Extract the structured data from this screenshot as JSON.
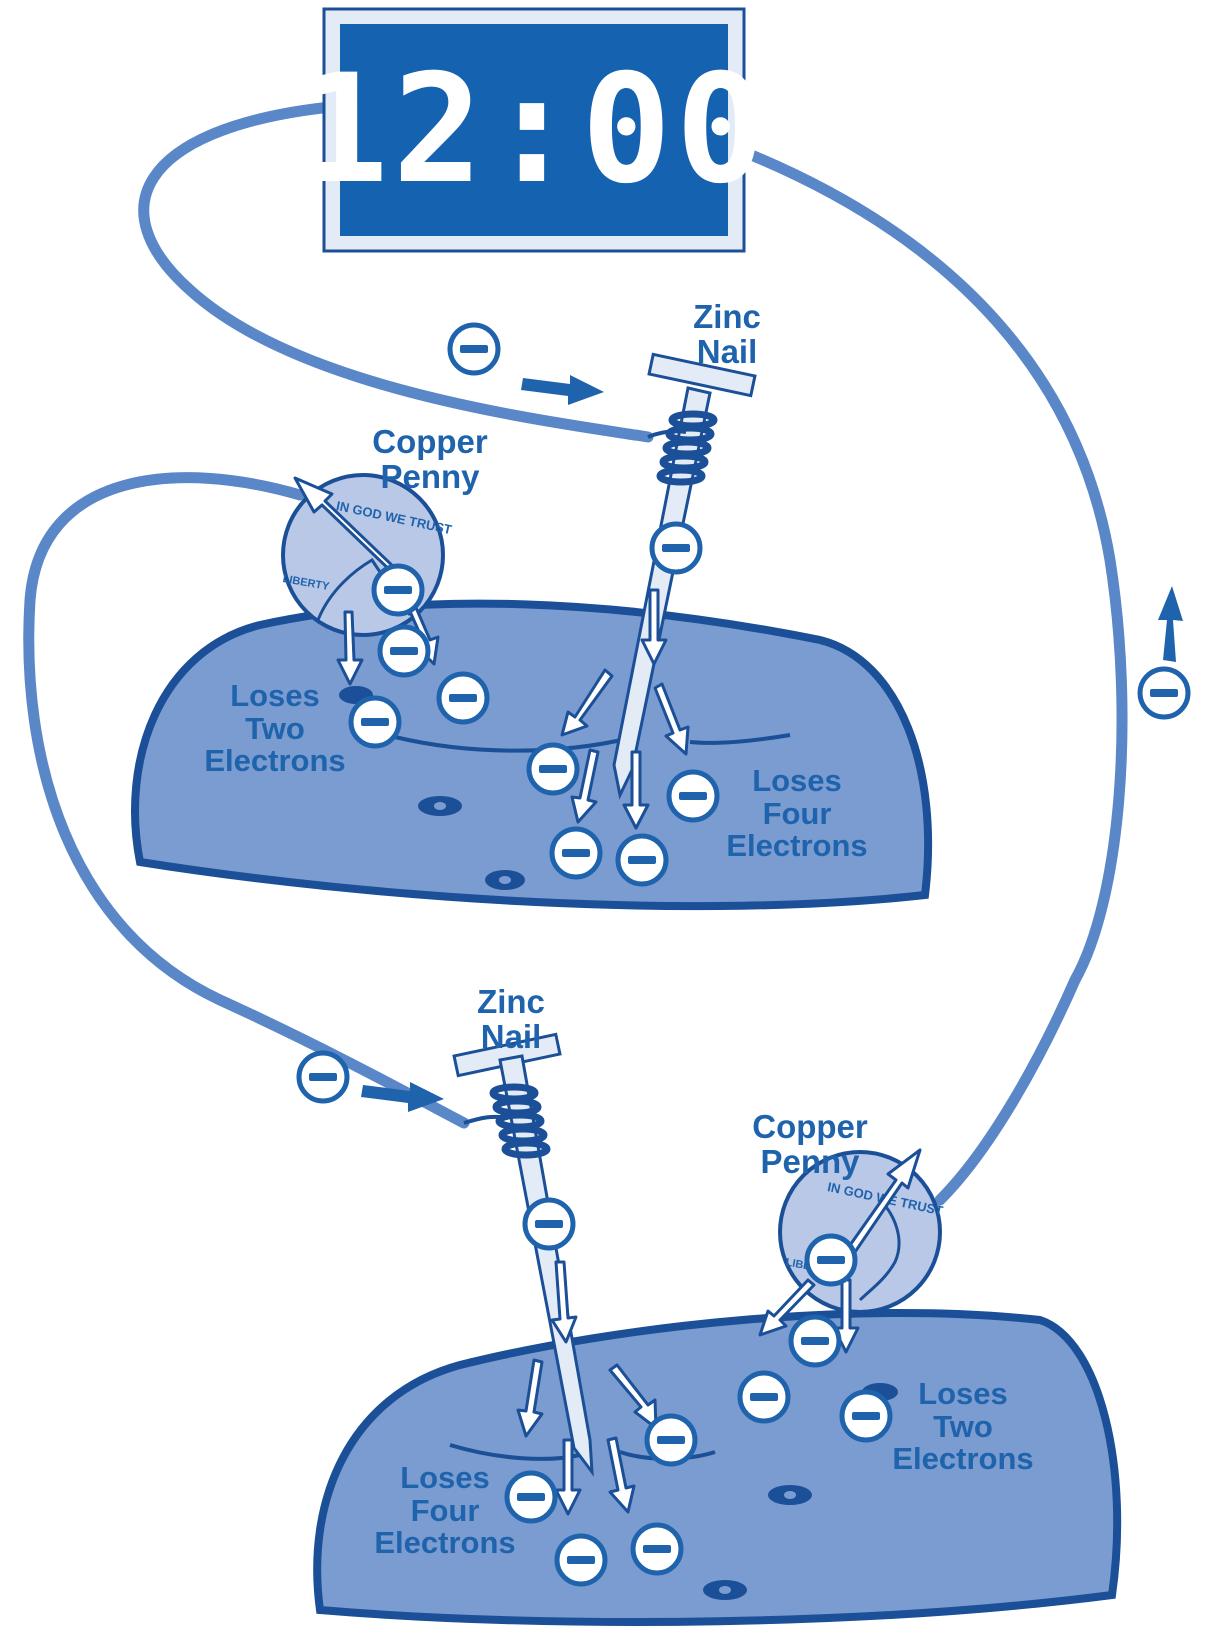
{
  "display": {
    "time": "12:00"
  },
  "cell_top": {
    "nail_label": [
      "Zinc",
      "Nail"
    ],
    "penny_label": [
      "Copper",
      "Penny"
    ],
    "penny_loss_label": [
      "Loses",
      "Two",
      "Electrons"
    ],
    "nail_loss_label": [
      "Loses",
      "Four",
      "Electrons"
    ],
    "coin_text": [
      "IN GOD WE TRUST",
      "LIBERTY"
    ]
  },
  "cell_bottom": {
    "nail_label": [
      "Zinc",
      "Nail"
    ],
    "penny_label": [
      "Copper",
      "Penny"
    ],
    "nail_loss_label": [
      "Loses",
      "Four",
      "Electrons"
    ],
    "penny_loss_label": [
      "Loses",
      "Two",
      "Electrons"
    ],
    "coin_text": [
      "IN GOD WE TRUST",
      "LIBERTY"
    ]
  },
  "electron_symbol": "−",
  "colors": {
    "wire": "#5a87c8",
    "dark_blue": "#1f63ad",
    "display_bg": "#1462b0",
    "potato": "#7a9cd0",
    "potato_outline": "#1b4f97",
    "penny": "#b9c8e6",
    "white": "#ffffff"
  }
}
